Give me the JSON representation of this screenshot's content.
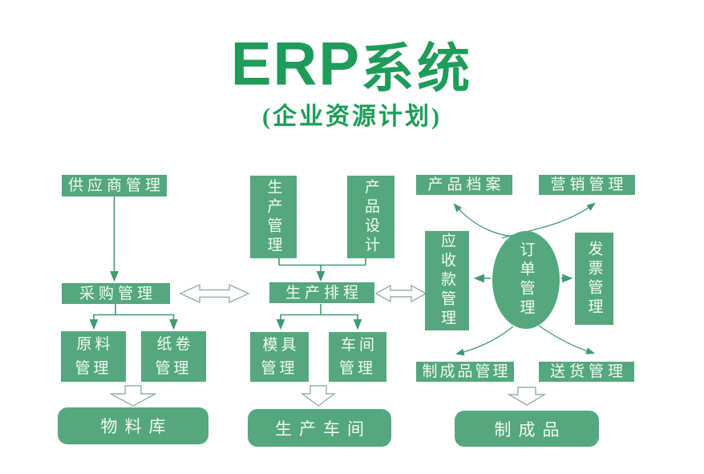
{
  "title": {
    "main_en": "ERP",
    "main_cn": "系统",
    "subtitle": "(企业资源计划)"
  },
  "colors": {
    "brand_green": "#1e9c59",
    "box_green": "#55a87d",
    "box_text": "#f0faf4",
    "line_green": "#3f9a70",
    "arrow_outline": "#95b2a2"
  },
  "nodes": {
    "supplier": "供应商管理",
    "purchasing": "采购管理",
    "raw_material": "原料管理",
    "paper_roll": "纸卷管理",
    "material_store": "物料库",
    "production_mgmt": "生产管理",
    "product_design": "产品设计",
    "scheduling": "生产排程",
    "mold": "模具管理",
    "workshop_mgmt": "车间管理",
    "production_workshop": "生产车间",
    "product_archive": "产品档案",
    "marketing": "营销管理",
    "receivables": "应收款管理",
    "order_mgmt": "订单管理",
    "invoice": "发票管理",
    "finished_goods_mgmt": "制成品管理",
    "delivery": "送货管理",
    "finished_goods": "制成品"
  }
}
